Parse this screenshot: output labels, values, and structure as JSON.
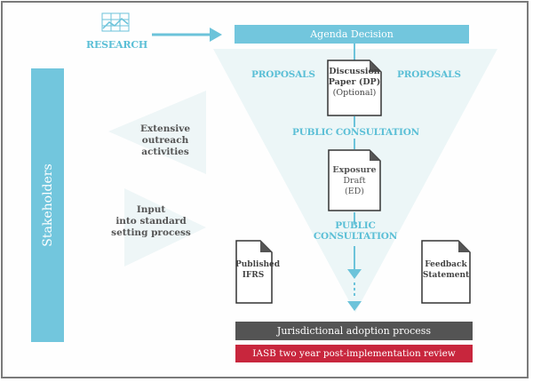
{
  "research": {
    "label": "RESEARCH",
    "icon": "chart-grid-icon"
  },
  "agenda_decision": {
    "label": "Agenda Decision"
  },
  "proposals": {
    "left": "PROPOSALS",
    "right": "PROPOSALS"
  },
  "discussion_paper": {
    "lines": [
      "Discussion",
      "Paper (DP)",
      "(Optional)"
    ]
  },
  "public_consultation_1": "PUBLIC CONSULTATION",
  "exposure_draft": {
    "lines": [
      "Exposure",
      "Draft",
      "(ED)"
    ]
  },
  "public_consultation_2": {
    "lines": [
      "PUBLIC",
      "CONSULTATION"
    ]
  },
  "published_ifrs": {
    "lines": [
      "Published",
      "IFRS"
    ]
  },
  "feedback_statement": {
    "lines": [
      "Feedback",
      "Statement"
    ]
  },
  "stakeholders": {
    "label": "Stakeholders"
  },
  "outreach": {
    "lines": [
      "Extensive",
      "outreach",
      "activities"
    ]
  },
  "input": {
    "lines": [
      "Input",
      "into standard",
      "setting process"
    ]
  },
  "jurisdictional": {
    "label": "Jurisdictional adoption process"
  },
  "review": {
    "label": "IASB two year post-implementation review"
  },
  "colors": {
    "teal": "#72c6dd",
    "teal_text": "#5bbfd6",
    "dark_grey": "#555555",
    "red": "#c8263d",
    "triangle_fill": "#eef7f8"
  }
}
